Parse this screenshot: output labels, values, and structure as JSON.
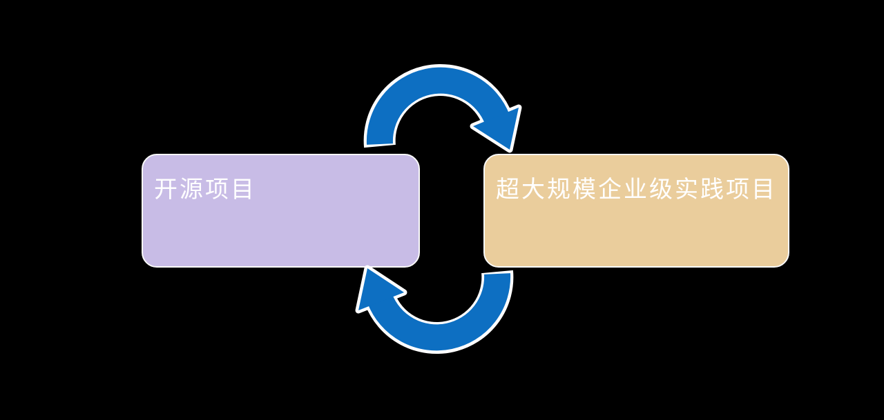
{
  "canvas": {
    "background": "#000000"
  },
  "diagram": {
    "type": "cycle",
    "arrow_color": "#0d6fc2",
    "arrow_outline_color": "#ffffff",
    "arrows": [
      {
        "id": "top-arrow",
        "direction": "left-to-right-clockwise"
      },
      {
        "id": "bottom-arrow",
        "direction": "right-to-left-clockwise"
      }
    ],
    "nodes": [
      {
        "label": "开源项目",
        "fill": "#c8bce6",
        "text_color": "#ffffff"
      },
      {
        "label": "超大规模企业级实践项目",
        "fill": "#eacd9c",
        "text_color": "#ffffff"
      }
    ]
  }
}
